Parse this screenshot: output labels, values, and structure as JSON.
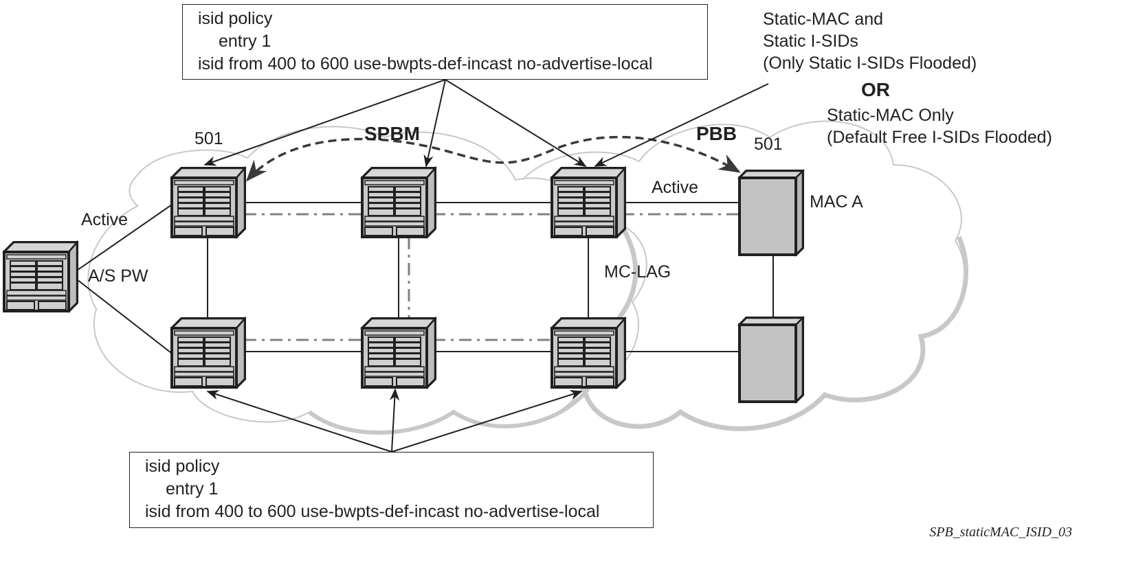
{
  "policy_box_top": {
    "line1": "isid policy",
    "line2": "entry 1",
    "line3": "isid from 400 to 600 use-bwpts-def-incast no-advertise-local"
  },
  "policy_box_bottom": {
    "line1": "isid policy",
    "line2": "entry 1",
    "line3": "isid from 400 to 600 use-bwpts-def-incast no-advertise-local"
  },
  "annotation_right": {
    "line1": "Static-MAC and",
    "line2": "Static I-SIDs",
    "line3": "(Only Static I-SIDs Flooded)",
    "or": "OR",
    "line4": "Static-MAC Only",
    "line5": "(Default Free I-SIDs Flooded)"
  },
  "labels": {
    "spbm": "SPBM",
    "pbb": "PBB",
    "isid_left": "501",
    "isid_right": "501",
    "active_left": "Active",
    "active_right": "Active",
    "as_pw": "A/S PW",
    "mc_lag": "MC-LAG",
    "mac_a": "MAC A"
  },
  "caption": "SPB_staticMAC_ISID_03",
  "colors": {
    "line": "#231f20",
    "cloud": "#c8c8c8",
    "device_fill": "#c9c9c9",
    "dashdot": "#808080"
  }
}
